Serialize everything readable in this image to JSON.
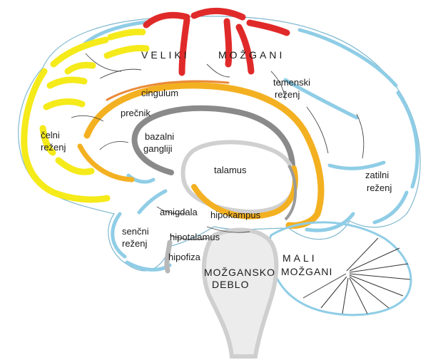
{
  "colors": {
    "frontal_lobe": "#f5ea1a",
    "motor_strip": "#e02a2a",
    "cortex_edge": "#8fcde6",
    "limbic": "#f3b021",
    "limbic_edge": "#e98a3a",
    "basal": "#8a8a8a",
    "brainstem": "#cfcfcf",
    "line": "#4a4a4a"
  },
  "labels": {
    "cerebrum_1": "VELIKI",
    "cerebrum_2": "MOŽGANI",
    "parietal_1": "temenski",
    "parietal_2": "reženj",
    "cingulum": "cingulum",
    "corpus_callosum": "prečnik",
    "frontal_1": "čelni",
    "frontal_2": "reženj",
    "basal_1": "bazalni",
    "basal_2": "gangliji",
    "thalamus": "talamus",
    "occipital_1": "zatilni",
    "occipital_2": "reženj",
    "amygdala": "amigdala",
    "hippocampus": "hipokampus",
    "temporal_1": "senčni",
    "temporal_2": "reženj",
    "hypothalamus": "hipotalamus",
    "pituitary": "hipofiza",
    "brainstem_1": "MOŽGANSKO",
    "brainstem_2": "DEBLO",
    "cerebellum_1": "MALI",
    "cerebellum_2": "MOŽGANI"
  }
}
